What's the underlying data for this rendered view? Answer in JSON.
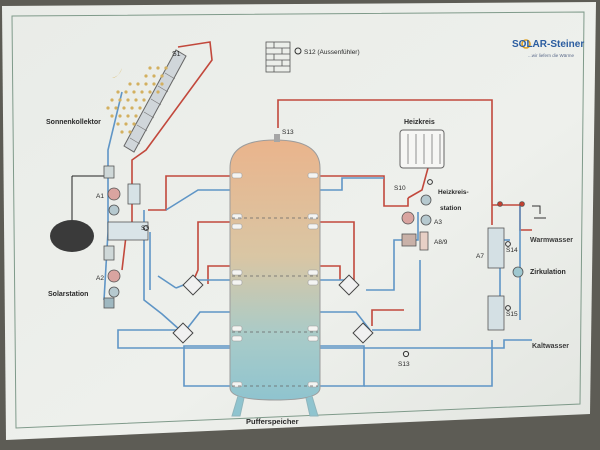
{
  "brand": {
    "name": "SOLAR-Steiner",
    "tagline": "...wir liefern die Wärme"
  },
  "labels": {
    "s1": "S1",
    "s12": "S12 (Aussenfühler)",
    "s13_top": "S13",
    "s13_bottom": "S13",
    "heizkreis": "Heizkreis",
    "sonnenkollektor": "Sonnenkollektor",
    "a1": "A1",
    "s3": "S3",
    "a2": "A2",
    "solarstation": "Solarstation",
    "s10": "S10",
    "heizkreisstation_1": "Heizkreis-",
    "heizkreisstation_2": "station",
    "a3": "A3",
    "a89": "A8/9",
    "a7": "A7",
    "s14": "S14",
    "s15": "S15",
    "warmwasser": "Warmwasser",
    "zirkulation": "Zirkulation",
    "kaltwasser": "Kaltwasser",
    "pufferspeicher": "Pufferspeicher"
  },
  "colors": {
    "hot": "#c2483c",
    "cold": "#5f95c6",
    "paper": "#eef0ec",
    "green": "#3c8a4a"
  },
  "icons": [
    "sun-icon",
    "brick-wall-icon",
    "radiator-icon",
    "expansion-vessel-icon",
    "shower-icon",
    "pump-icon",
    "mixing-valve-icon"
  ]
}
